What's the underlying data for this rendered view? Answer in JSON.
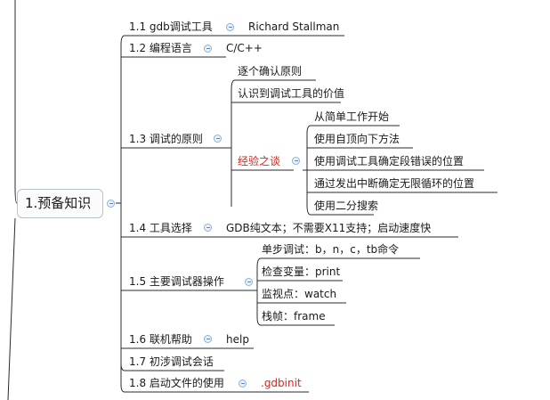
{
  "root": {
    "label": "1.预备知识"
  },
  "nodes": {
    "n11": {
      "label": "1.1 gdb调试工具",
      "value": "Richard Stallman"
    },
    "n12": {
      "label": "1.2 编程语言",
      "value": "C/C++"
    },
    "n13": {
      "label": "1.3 调试的原则",
      "children": [
        "逐个确认原则",
        "认识到调试工具的价值"
      ],
      "experience": {
        "label": "经验之谈",
        "items": [
          "从简单工作开始",
          "使用自顶向下方法",
          "使用调试工具确定段错误的位置",
          "通过发出中断确定无限循环的位置",
          "使用二分搜索"
        ]
      }
    },
    "n14": {
      "label": "1.4 工具选择",
      "value": "GDB纯文本；不需要X11支持；启动速度快"
    },
    "n15": {
      "label": "1.5 主要调试器操作",
      "items": [
        "单步调试：b，n，c，tb命令",
        "检查变量：print",
        "监视点：watch",
        "栈帧：frame"
      ]
    },
    "n16": {
      "label": "1.6 联机帮助",
      "value": "help"
    },
    "n17": {
      "label": "1.7 初涉调试会话"
    },
    "n18": {
      "label": "1.8 启动文件的使用",
      "value": ".gdbinit"
    }
  },
  "colors": {
    "line": "#2b2b2b",
    "accent": "#d9251b",
    "toggle": "#8fb0d3"
  }
}
